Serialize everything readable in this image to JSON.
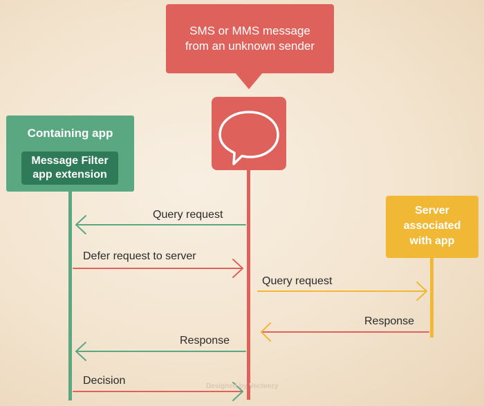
{
  "trigger": {
    "line1": "SMS or MMS message",
    "line2": "from an unknown sender",
    "icon": "speech-bubble-icon"
  },
  "containing_app": {
    "title": "Containing app",
    "extension_line1": "Message Filter",
    "extension_line2": "app extension"
  },
  "server": {
    "line1": "Server",
    "line2": "associated",
    "line3": "with app"
  },
  "messages": {
    "query_request_1": "Query request",
    "defer_request": "Defer request to server",
    "query_request_2": "Query request",
    "response_1": "Response",
    "response_2": "Response",
    "decision": "Decision"
  },
  "watermark": "Designed by Vecteezy",
  "colors": {
    "red": "#de625b",
    "green": "#5aa882",
    "dark_green": "#2f7a58",
    "yellow": "#f0b835",
    "background": "#f3e4cf"
  }
}
